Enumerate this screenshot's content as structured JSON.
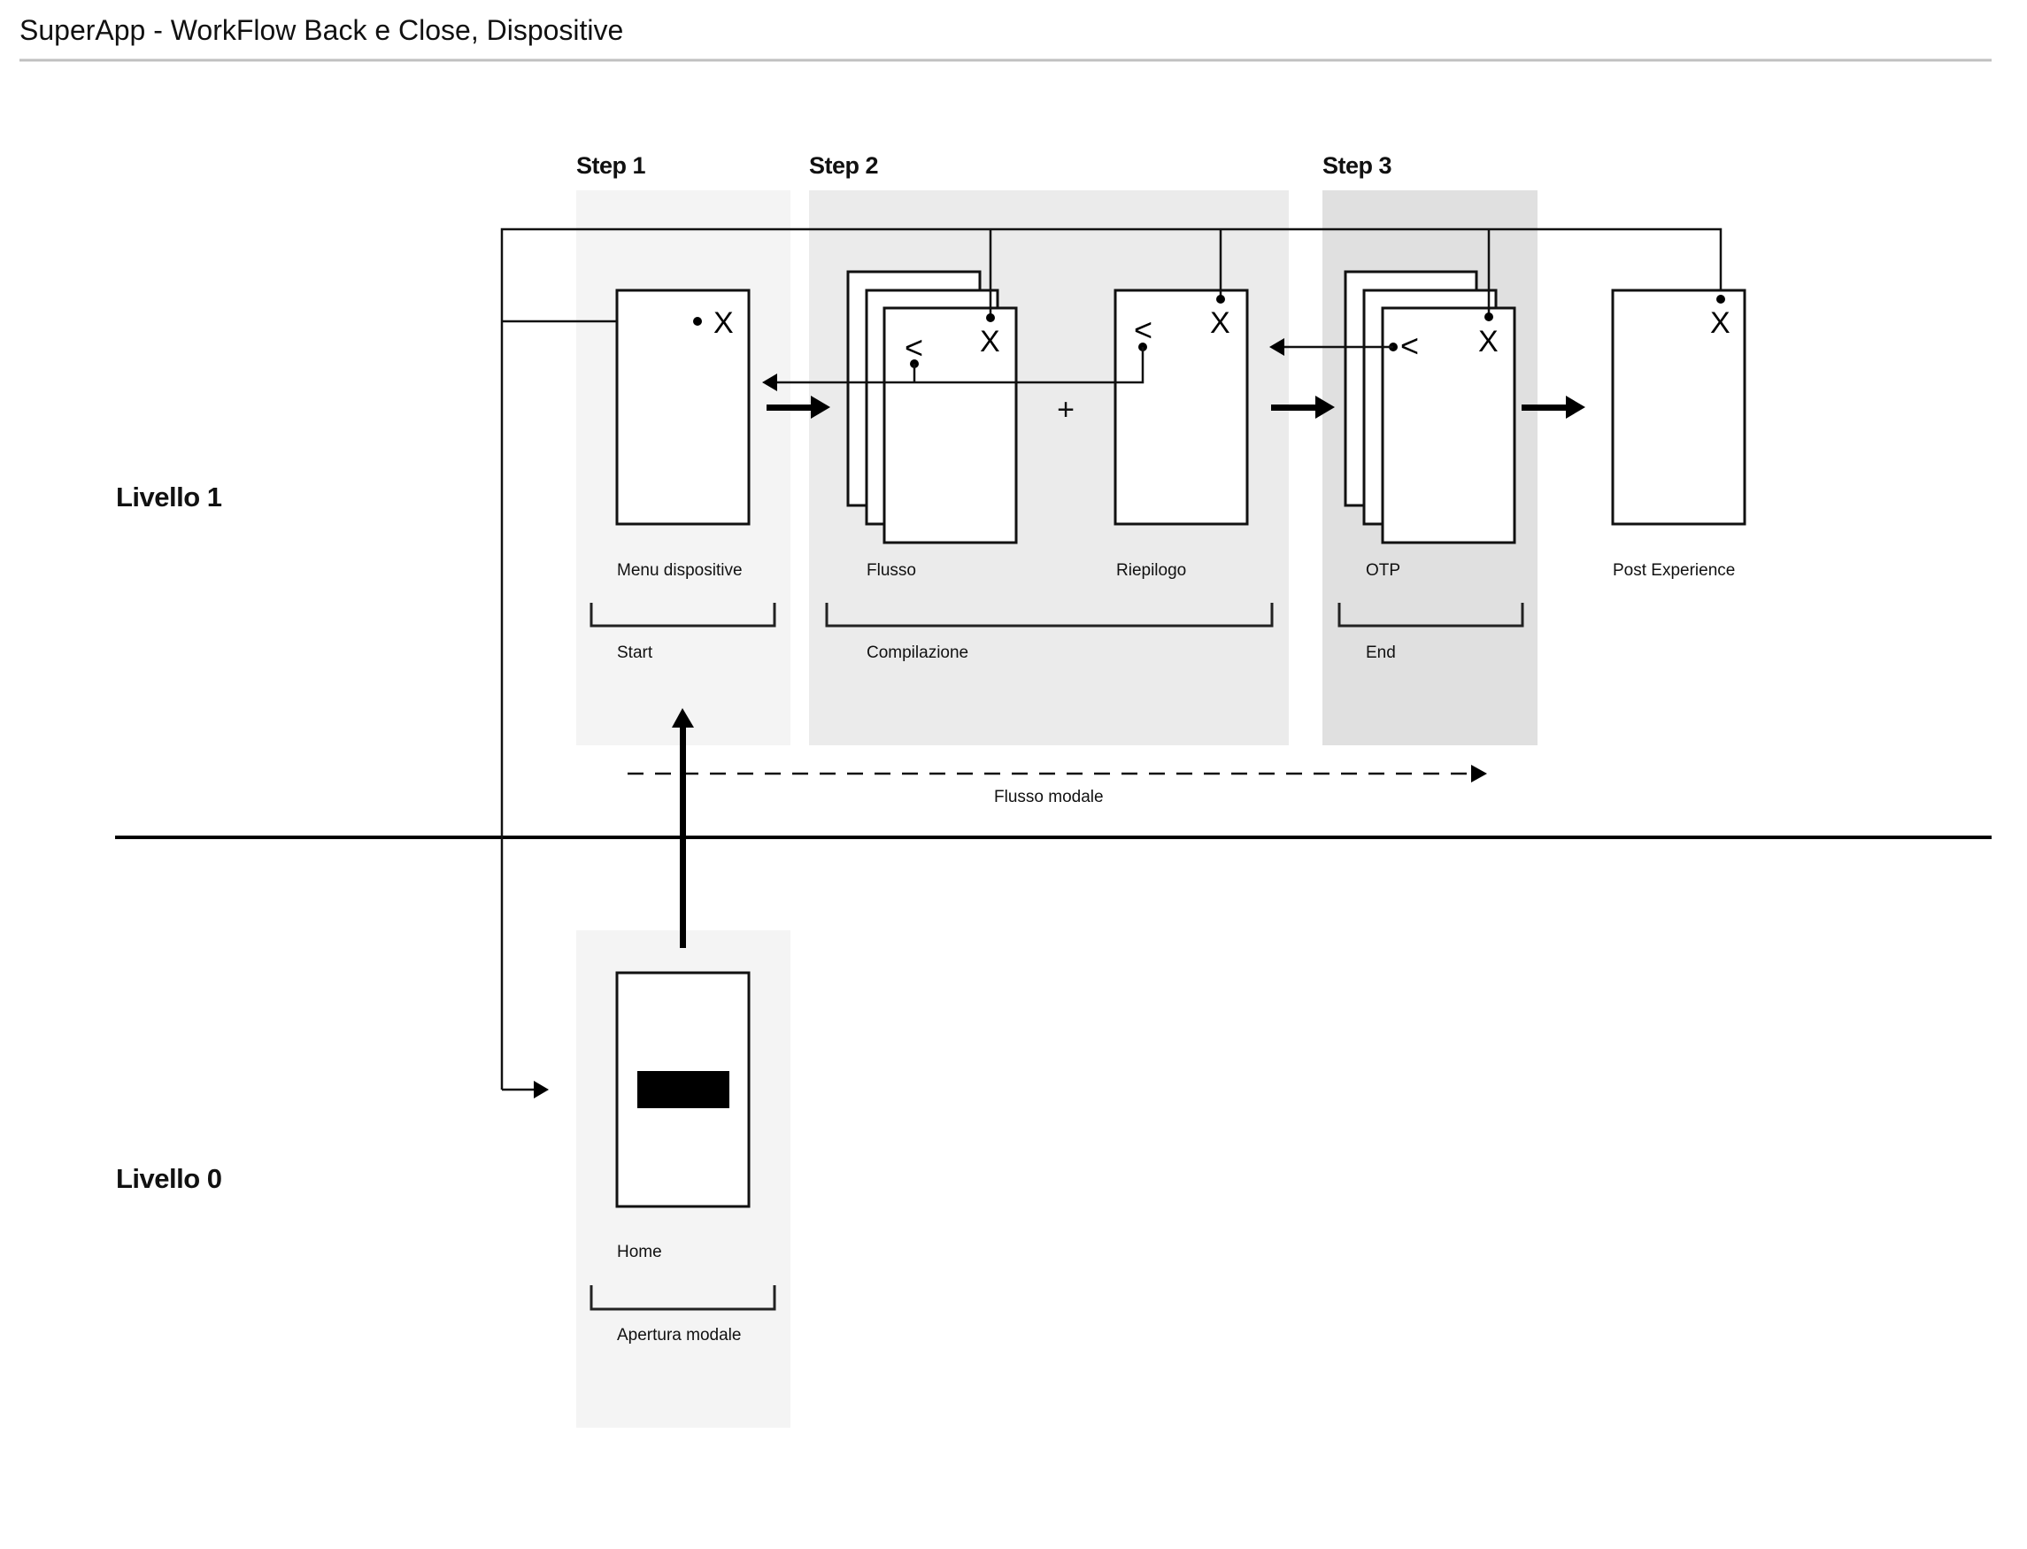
{
  "header": {
    "title": "SuperApp - WorkFlow Back e Close, Dispositive"
  },
  "levels": [
    {
      "label": "Livello 1"
    },
    {
      "label": "Livello 0"
    }
  ],
  "steps": [
    {
      "label": "Step 1",
      "phase": "Start",
      "color": "#f4f4f4"
    },
    {
      "label": "Step 2",
      "phase": "Compilazione",
      "color": "#ebebeb"
    },
    {
      "label": "Step 3",
      "phase": "End",
      "color": "#e0e0e0"
    }
  ],
  "screens": {
    "menu": {
      "label": "Menu dispositive",
      "close_glyph": "X"
    },
    "flusso": {
      "label": "Flusso",
      "close_glyph": "X",
      "back_glyph": "<"
    },
    "riepilogo": {
      "label": "Riepilogo",
      "close_glyph": "X",
      "back_glyph": "<"
    },
    "otp": {
      "label": "OTP",
      "close_glyph": "X",
      "back_glyph": "<"
    },
    "post": {
      "label": "Post Experience",
      "close_glyph": "X"
    },
    "home": {
      "label": "Home",
      "phase": "Apertura modale"
    }
  },
  "plus_symbol": "+",
  "modal_flow_label": "Flusso modale",
  "colors": {
    "home_panel": "#f4f4f4",
    "rule": "#c0c0c0",
    "ink": "#111111"
  }
}
